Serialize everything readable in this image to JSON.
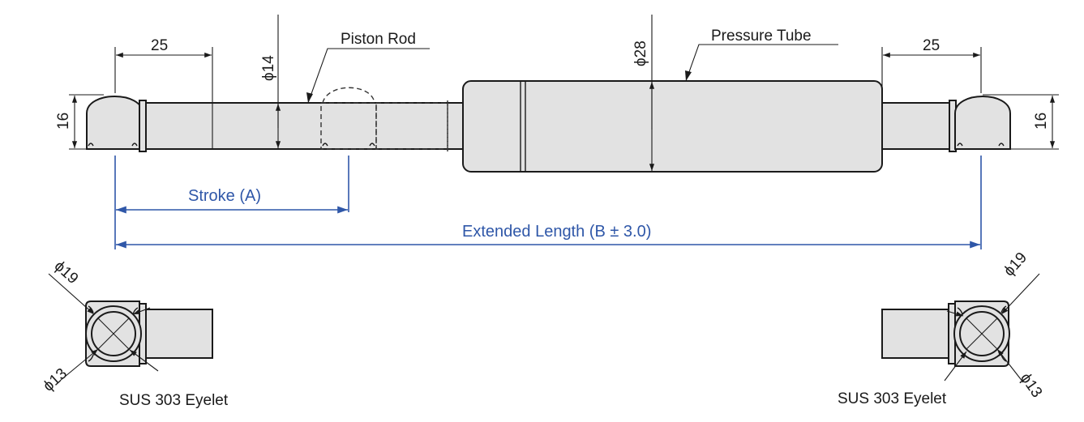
{
  "labels": {
    "piston_rod": "Piston Rod",
    "pressure_tube": "Pressure Tube",
    "dim_left_eyelet": "25",
    "dim_right_eyelet": "25",
    "dim_rod_dia": "ϕ14",
    "dim_tube_dia": "ϕ28",
    "dim_left_height": "16",
    "dim_right_height": "16",
    "stroke": "Stroke (A)",
    "extended_length": "Extended Length (B ± 3.0)",
    "eyelet_outer_left": "ϕ19",
    "eyelet_inner_left": "ϕ13",
    "eyelet_outer_right": "ϕ19",
    "eyelet_inner_right": "ϕ13",
    "eyelet_caption_left": "SUS 303 Eyelet",
    "eyelet_caption_right": "SUS 303 Eyelet"
  },
  "colors": {
    "part_fill": "#e2e2e2",
    "line": "#1a1a1a",
    "dimension_blue": "#2f57a8"
  }
}
